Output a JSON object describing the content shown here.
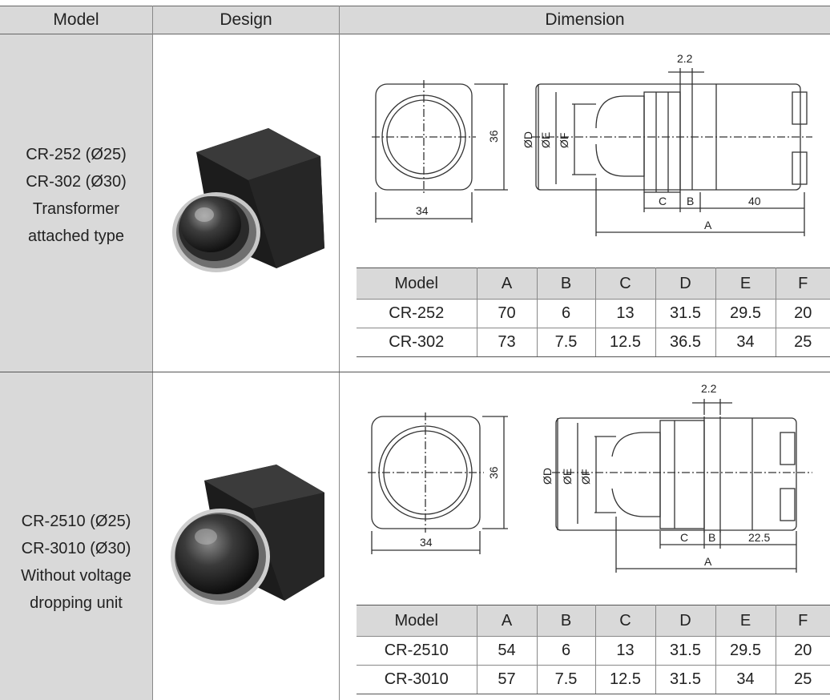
{
  "header": {
    "model": "Model",
    "design": "Design",
    "dimension": "Dimension"
  },
  "rows": [
    {
      "model_lines": [
        "CR-252 (Ø25)",
        "CR-302 (Ø30)",
        "Transformer",
        "attached type"
      ],
      "drawing": {
        "dim_22": "2.2",
        "dim_36": "36",
        "dim_34": "34",
        "dim_40": "40",
        "lbl_D": "ØD",
        "lbl_E": "ØE",
        "lbl_F": "ØF",
        "lbl_A": "A",
        "lbl_B": "B",
        "lbl_C": "C"
      },
      "table": {
        "headers": [
          "Model",
          "A",
          "B",
          "C",
          "D",
          "E",
          "F"
        ],
        "rows": [
          [
            "CR-252",
            "70",
            "6",
            "13",
            "31.5",
            "29.5",
            "20"
          ],
          [
            "CR-302",
            "73",
            "7.5",
            "12.5",
            "36.5",
            "34",
            "25"
          ]
        ]
      }
    },
    {
      "model_lines": [
        "CR-2510 (Ø25)",
        "CR-3010 (Ø30)",
        "Without voltage",
        "dropping unit"
      ],
      "drawing": {
        "dim_22": "2.2",
        "dim_36": "36",
        "dim_34": "34",
        "dim_40": "22.5",
        "lbl_D": "ØD",
        "lbl_E": "ØE",
        "lbl_F": "ØF",
        "lbl_A": "A",
        "lbl_B": "B",
        "lbl_C": "C"
      },
      "table": {
        "headers": [
          "Model",
          "A",
          "B",
          "C",
          "D",
          "E",
          "F"
        ],
        "rows": [
          [
            "CR-2510",
            "54",
            "6",
            "13",
            "31.5",
            "29.5",
            "20"
          ],
          [
            "CR-3010",
            "57",
            "7.5",
            "12.5",
            "31.5",
            "34",
            "25"
          ]
        ]
      }
    }
  ]
}
